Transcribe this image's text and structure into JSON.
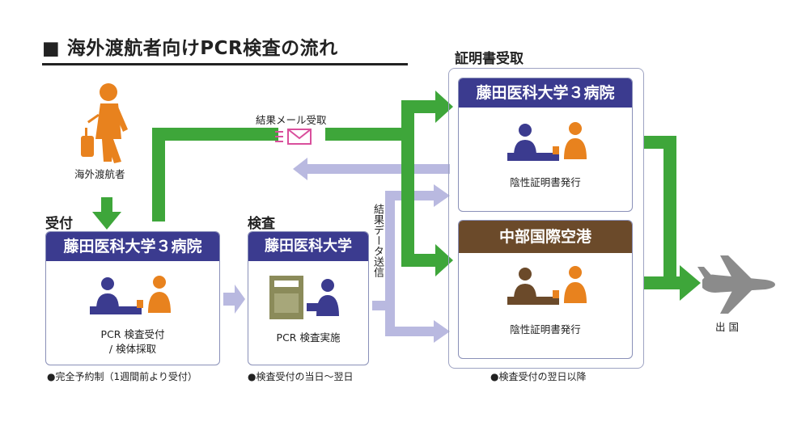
{
  "title": "■ 海外渡航者向けPCR検査の流れ",
  "traveler_label": "海外渡航者",
  "reception": {
    "section": "受付",
    "hospital": "藤田医科大学３病院",
    "caption_line1": "PCR 検査受付",
    "caption_line2": "/ 検体採取",
    "note": "●完全予約制（1週間前より受付）"
  },
  "testing": {
    "section": "検査",
    "facility": "藤田医科大学",
    "caption": "PCR 検査実施",
    "note": "●検査受付の当日～翌日"
  },
  "mail_label": "結果メール受取",
  "data_label": "結果データ送信",
  "certificate": {
    "section": "証明書受取",
    "hospital_box": {
      "name": "藤田医科大学３病院",
      "caption": "陰性証明書発行"
    },
    "airport_box": {
      "name": "中部国際空港",
      "caption": "陰性証明書発行"
    },
    "note": "●検査受付の翌日以降"
  },
  "departure_label": "出 国",
  "colors": {
    "green": "#3ea63a",
    "lavender": "#b9b9e0",
    "navy_header": "#3b3b8f",
    "brown_header": "#6b4a2a",
    "orange": "#e8821e",
    "envelope": "#d94f9c",
    "plane": "#8b8b8b"
  }
}
